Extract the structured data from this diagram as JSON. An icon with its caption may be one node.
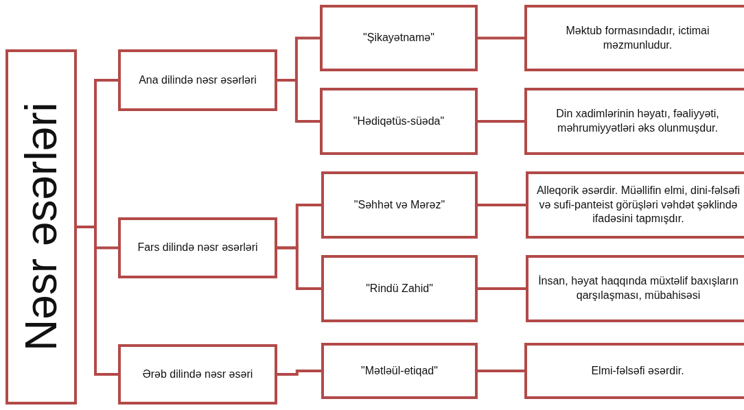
{
  "diagram": {
    "nodes": [
      {
        "text": [
          "Nəsr əsərləri"
        ]
      },
      {
        "text": [
          "Ana dilində nəsr əsərləri"
        ]
      },
      {
        "text": [
          "Fars dilində nəsr əsərləri"
        ]
      },
      {
        "text": [
          "Ərəb dilində nəsr əsəri"
        ]
      },
      {
        "text": [
          "\"Şikayətnamə\""
        ]
      },
      {
        "text": [
          "\"Hədiqətüs-süəda\""
        ]
      },
      {
        "text": [
          "\"Səhhət və Mərəz\""
        ]
      },
      {
        "text": [
          "\"Rindü Zahid\""
        ]
      },
      {
        "text": [
          "\"Mətləül-etiqad\""
        ]
      },
      {
        "text": [
          "Məktub formasındadır, ictimai məzmunludur."
        ]
      },
      {
        "text": [
          "Din xadimlərinin həyatı, fəaliyyəti, məhrumiyyətləri əks olunmuşdur."
        ]
      },
      {
        "text": [
          "Alleqorik əsərdir. Müəllifin elmi, dini-fəlsəfi və sufi-panteist görüşləri vəhdət şəklində ifadəsini tapmışdır."
        ]
      },
      {
        "text": [
          "İnsan, həyat haqqında müxtəlif baxışların qarşılaşması, mübahisəsi"
        ]
      },
      {
        "text": [
          "Elmi-fəlsəfi əsərdir."
        ]
      }
    ],
    "edges": [
      {
        "from": 0,
        "to": 1,
        "arrow": "none"
      },
      {
        "from": 0,
        "to": 2,
        "arrow": "none"
      },
      {
        "from": 0,
        "to": 3,
        "arrow": "none"
      },
      {
        "from": 1,
        "to": 4,
        "arrow": "none"
      },
      {
        "from": 1,
        "to": 5,
        "arrow": "none"
      },
      {
        "from": 2,
        "to": 6,
        "arrow": "none"
      },
      {
        "from": 2,
        "to": 7,
        "arrow": "none"
      },
      {
        "from": 3,
        "to": 8,
        "arrow": "none"
      },
      {
        "from": 4,
        "to": 9,
        "arrow": "none"
      },
      {
        "from": 5,
        "to": 10,
        "arrow": "none"
      },
      {
        "from": 6,
        "to": 11,
        "arrow": "none"
      },
      {
        "from": 7,
        "to": 12,
        "arrow": "none"
      },
      {
        "from": 8,
        "to": 13,
        "arrow": "none"
      }
    ]
  }
}
